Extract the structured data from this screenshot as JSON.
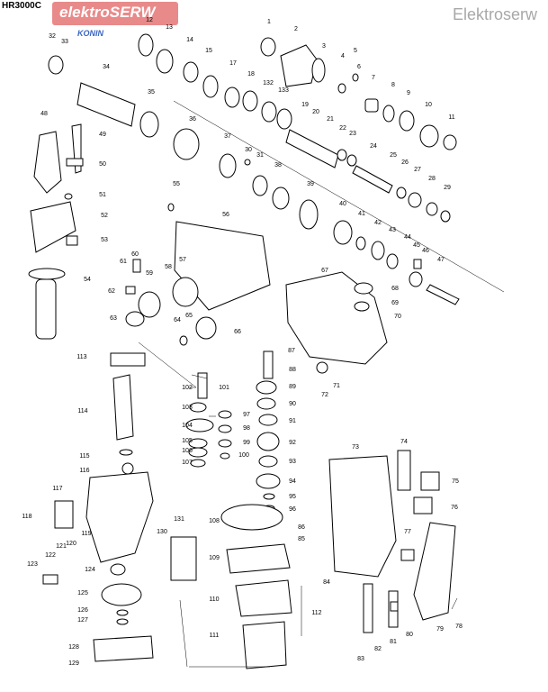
{
  "header": {
    "model": "HR3000C",
    "brand_name": "elektroSERW",
    "brand_sub": "KONIN",
    "watermark": "Elektroserw"
  },
  "parts": [
    {
      "n": "1"
    },
    {
      "n": "2"
    },
    {
      "n": "3"
    },
    {
      "n": "4"
    },
    {
      "n": "5"
    },
    {
      "n": "6"
    },
    {
      "n": "7"
    },
    {
      "n": "8"
    },
    {
      "n": "9"
    },
    {
      "n": "10"
    },
    {
      "n": "11"
    },
    {
      "n": "12"
    },
    {
      "n": "13"
    },
    {
      "n": "14"
    },
    {
      "n": "15"
    },
    {
      "n": "17"
    },
    {
      "n": "18"
    },
    {
      "n": "132"
    },
    {
      "n": "133"
    },
    {
      "n": "19"
    },
    {
      "n": "20"
    },
    {
      "n": "21"
    },
    {
      "n": "22"
    },
    {
      "n": "23"
    },
    {
      "n": "24"
    },
    {
      "n": "25"
    },
    {
      "n": "26"
    },
    {
      "n": "27"
    },
    {
      "n": "28"
    },
    {
      "n": "29"
    },
    {
      "n": "30"
    },
    {
      "n": "31"
    },
    {
      "n": "32"
    },
    {
      "n": "33"
    },
    {
      "n": "34"
    },
    {
      "n": "35"
    },
    {
      "n": "36"
    },
    {
      "n": "37"
    },
    {
      "n": "38"
    },
    {
      "n": "39"
    },
    {
      "n": "40"
    },
    {
      "n": "41"
    },
    {
      "n": "42"
    },
    {
      "n": "43"
    },
    {
      "n": "44"
    },
    {
      "n": "45"
    },
    {
      "n": "46"
    },
    {
      "n": "47"
    },
    {
      "n": "48"
    },
    {
      "n": "49"
    },
    {
      "n": "50"
    },
    {
      "n": "51"
    },
    {
      "n": "52"
    },
    {
      "n": "53"
    },
    {
      "n": "54"
    },
    {
      "n": "55"
    },
    {
      "n": "56"
    },
    {
      "n": "57"
    },
    {
      "n": "58"
    },
    {
      "n": "59"
    },
    {
      "n": "60"
    },
    {
      "n": "61"
    },
    {
      "n": "62"
    },
    {
      "n": "63"
    },
    {
      "n": "64"
    },
    {
      "n": "65"
    },
    {
      "n": "66"
    },
    {
      "n": "67"
    },
    {
      "n": "68"
    },
    {
      "n": "69"
    },
    {
      "n": "70"
    },
    {
      "n": "71"
    },
    {
      "n": "72"
    },
    {
      "n": "73"
    },
    {
      "n": "74"
    },
    {
      "n": "75"
    },
    {
      "n": "76"
    },
    {
      "n": "77"
    },
    {
      "n": "78"
    },
    {
      "n": "79"
    },
    {
      "n": "80"
    },
    {
      "n": "81"
    },
    {
      "n": "82"
    },
    {
      "n": "83"
    },
    {
      "n": "84"
    },
    {
      "n": "85"
    },
    {
      "n": "86"
    },
    {
      "n": "87"
    },
    {
      "n": "88"
    },
    {
      "n": "89"
    },
    {
      "n": "90"
    },
    {
      "n": "91"
    },
    {
      "n": "92"
    },
    {
      "n": "93"
    },
    {
      "n": "94"
    },
    {
      "n": "95"
    },
    {
      "n": "96"
    },
    {
      "n": "97"
    },
    {
      "n": "98"
    },
    {
      "n": "99"
    },
    {
      "n": "100"
    },
    {
      "n": "101"
    },
    {
      "n": "102"
    },
    {
      "n": "103"
    },
    {
      "n": "104"
    },
    {
      "n": "105"
    },
    {
      "n": "106"
    },
    {
      "n": "107"
    },
    {
      "n": "108"
    },
    {
      "n": "109"
    },
    {
      "n": "110"
    },
    {
      "n": "111"
    },
    {
      "n": "112"
    },
    {
      "n": "113"
    },
    {
      "n": "114"
    },
    {
      "n": "115"
    },
    {
      "n": "116"
    },
    {
      "n": "117"
    },
    {
      "n": "118"
    },
    {
      "n": "119"
    },
    {
      "n": "120"
    },
    {
      "n": "121"
    },
    {
      "n": "122"
    },
    {
      "n": "123"
    },
    {
      "n": "124"
    },
    {
      "n": "125"
    },
    {
      "n": "126"
    },
    {
      "n": "127"
    },
    {
      "n": "128"
    },
    {
      "n": "129"
    },
    {
      "n": "130"
    },
    {
      "n": "131"
    }
  ]
}
